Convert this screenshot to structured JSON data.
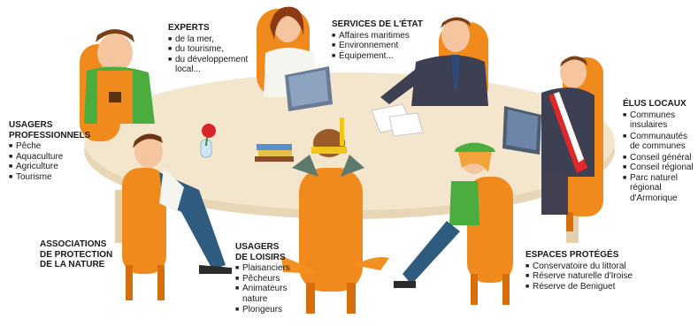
{
  "groups": {
    "experts": {
      "title": "EXPERTS",
      "items": [
        "de la mer,",
        "du tourisme,",
        "du développement",
        "local..."
      ]
    },
    "services_etat": {
      "title": "SERVICES DE L'ÉTAT",
      "items": [
        "Affaires maritimes",
        "Environnement",
        "Équipement..."
      ]
    },
    "usagers_pro": {
      "title_line1": "USAGERS",
      "title_line2": "PROFESSIONNELS",
      "items": [
        "Pêche",
        "Aquaculture",
        "Agriculture",
        "Tourisme"
      ]
    },
    "elus_locaux": {
      "title": "ÉLUS LOCAUX",
      "items": [
        "Communes",
        "insulaires",
        "Communautés",
        "de communes",
        "Conseil général",
        "Conseil régional",
        "Parc naturel",
        "régional",
        "d'Armorique"
      ]
    },
    "associations": {
      "title_line1": "ASSOCIATIONS",
      "title_line2": "DE PROTECTION",
      "title_line3": "DE LA NATURE"
    },
    "usagers_loisirs": {
      "title_line1": "USAGERS",
      "title_line2": "DE LOISIRS",
      "items": [
        "Plaisanciers",
        "Pêcheurs",
        "Animateurs",
        "nature",
        "Plongeurs"
      ]
    },
    "espaces_proteges": {
      "title": "ESPACES PROTÉGÉS",
      "items": [
        "Conservatoire du littoral",
        "Réserve naturelle d'Iroise",
        "Réserve de Beniguet"
      ]
    }
  },
  "colors": {
    "table": "#f1e3c9",
    "chair": "#f08a1c",
    "chair_dark": "#d86e0a",
    "skin": "#f4c59e",
    "text": "#1a1a1a"
  }
}
